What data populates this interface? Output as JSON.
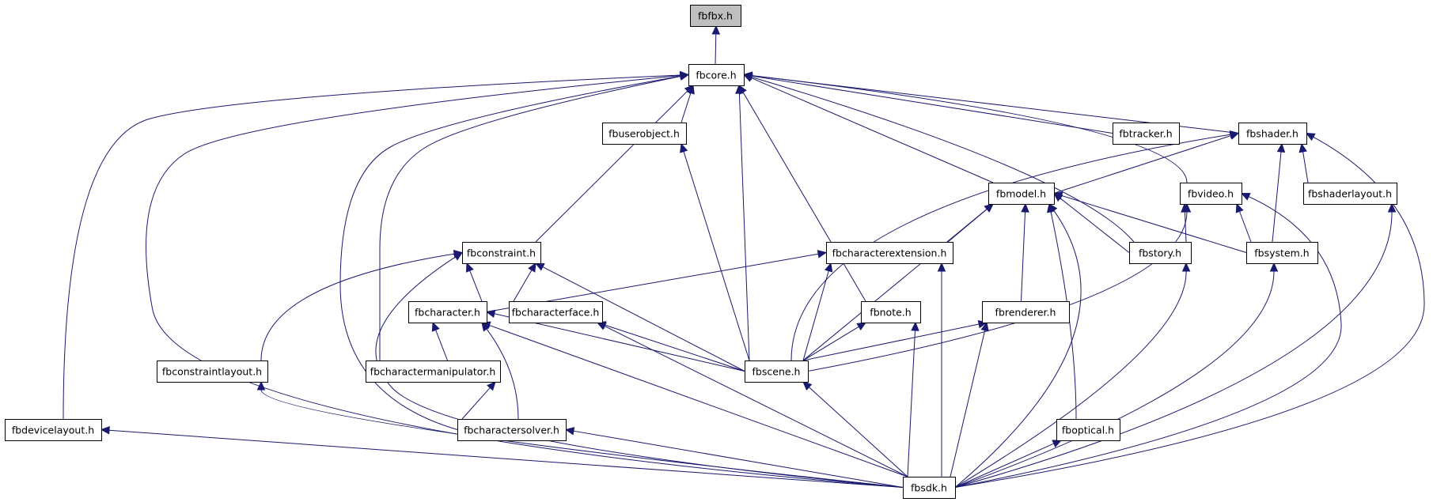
{
  "diagram": {
    "nodes": [
      {
        "id": "fbfbx",
        "label": "fbfbx.h",
        "highlighted": true
      },
      {
        "id": "fbcore",
        "label": "fbcore.h"
      },
      {
        "id": "fbuserobject",
        "label": "fbuserobject.h"
      },
      {
        "id": "fbtracker",
        "label": "fbtracker.h"
      },
      {
        "id": "fbshader",
        "label": "fbshader.h"
      },
      {
        "id": "fbmodel",
        "label": "fbmodel.h"
      },
      {
        "id": "fbvideo",
        "label": "fbvideo.h"
      },
      {
        "id": "fbshaderlayout",
        "label": "fbshaderlayout.h"
      },
      {
        "id": "fbconstraint",
        "label": "fbconstraint.h"
      },
      {
        "id": "fbcharacterextension",
        "label": "fbcharacterextension.h"
      },
      {
        "id": "fbstory",
        "label": "fbstory.h"
      },
      {
        "id": "fbsystem",
        "label": "fbsystem.h"
      },
      {
        "id": "fbcharacter",
        "label": "fbcharacter.h"
      },
      {
        "id": "fbcharacterface",
        "label": "fbcharacterface.h"
      },
      {
        "id": "fbnote",
        "label": "fbnote.h"
      },
      {
        "id": "fbrenderer",
        "label": "fbrenderer.h"
      },
      {
        "id": "fbconstraintlayout",
        "label": "fbconstraintlayout.h"
      },
      {
        "id": "fbcharactermanipulator",
        "label": "fbcharactermanipulator.h"
      },
      {
        "id": "fbscene",
        "label": "fbscene.h"
      },
      {
        "id": "fbdevicelayout",
        "label": "fbdevicelayout.h"
      },
      {
        "id": "fbcharactersolver",
        "label": "fbcharactersolver.h"
      },
      {
        "id": "fboptical",
        "label": "fboptical.h"
      },
      {
        "id": "fbsdk",
        "label": "fbsdk.h"
      }
    ],
    "edges": [
      {
        "from": "fbcore",
        "to": "fbfbx"
      },
      {
        "from": "fbuserobject",
        "to": "fbcore"
      },
      {
        "from": "fbtracker",
        "to": "fbcore"
      },
      {
        "from": "fbshader",
        "to": "fbcore"
      },
      {
        "from": "fbmodel",
        "to": "fbcore"
      },
      {
        "from": "fbvideo",
        "to": "fbcore"
      },
      {
        "from": "fbconstraint",
        "to": "fbcore"
      },
      {
        "from": "fbstory",
        "to": "fbcore"
      },
      {
        "from": "fbnote",
        "to": "fbcore"
      },
      {
        "from": "fbscene",
        "to": "fbcore"
      },
      {
        "from": "fbcharactermanipulator",
        "to": "fbcore"
      },
      {
        "from": "fbcharactersolver",
        "to": "fbcore"
      },
      {
        "from": "fbdevicelayout",
        "to": "fbcore"
      },
      {
        "from": "fbsdk",
        "to": "fbcore"
      },
      {
        "from": "fbmodel",
        "to": "fbshader"
      },
      {
        "from": "fbshaderlayout",
        "to": "fbshader"
      },
      {
        "from": "fbsystem",
        "to": "fbshader"
      },
      {
        "from": "fbscene",
        "to": "fbshader"
      },
      {
        "from": "fbsdk",
        "to": "fbshader"
      },
      {
        "from": "fbcharacterextension",
        "to": "fbmodel"
      },
      {
        "from": "fbstory",
        "to": "fbmodel"
      },
      {
        "from": "fbsystem",
        "to": "fbmodel"
      },
      {
        "from": "fbrenderer",
        "to": "fbmodel"
      },
      {
        "from": "fboptical",
        "to": "fbmodel"
      },
      {
        "from": "fbscene",
        "to": "fbmodel"
      },
      {
        "from": "fbsdk",
        "to": "fbmodel"
      },
      {
        "from": "fbstory",
        "to": "fbvideo"
      },
      {
        "from": "fbsystem",
        "to": "fbvideo"
      },
      {
        "from": "fbscene",
        "to": "fbvideo"
      },
      {
        "from": "fbsdk",
        "to": "fbvideo"
      },
      {
        "from": "fbscene",
        "to": "fbuserobject"
      },
      {
        "from": "fbsdk",
        "to": "fbshaderlayout"
      },
      {
        "from": "fbcharacter",
        "to": "fbconstraint"
      },
      {
        "from": "fbcharacterface",
        "to": "fbconstraint"
      },
      {
        "from": "fbscene",
        "to": "fbconstraint"
      },
      {
        "from": "fbconstraintlayout",
        "to": "fbconstraint"
      },
      {
        "from": "fbsdk",
        "to": "fbconstraint"
      },
      {
        "from": "fbcharacter",
        "to": "fbcharacterextension"
      },
      {
        "from": "fbscene",
        "to": "fbcharacterextension"
      },
      {
        "from": "fbsdk",
        "to": "fbcharacterextension"
      },
      {
        "from": "fbsdk",
        "to": "fbstory"
      },
      {
        "from": "fbsdk",
        "to": "fbsystem"
      },
      {
        "from": "fbcharactermanipulator",
        "to": "fbcharacter"
      },
      {
        "from": "fbcharactersolver",
        "to": "fbcharacter"
      },
      {
        "from": "fbscene",
        "to": "fbcharacter"
      },
      {
        "from": "fbsdk",
        "to": "fbcharacter"
      },
      {
        "from": "fbscene",
        "to": "fbcharacterface"
      },
      {
        "from": "fbsdk",
        "to": "fbcharacterface"
      },
      {
        "from": "fbscene",
        "to": "fbnote"
      },
      {
        "from": "fbsdk",
        "to": "fbnote"
      },
      {
        "from": "fbscene",
        "to": "fbrenderer"
      },
      {
        "from": "fbsdk",
        "to": "fbrenderer"
      },
      {
        "from": "fbsdk",
        "to": "fbconstraintlayout"
      },
      {
        "from": "fbcharactersolver",
        "to": "fbcharactermanipulator"
      },
      {
        "from": "fbsdk",
        "to": "fbscene"
      },
      {
        "from": "fbsdk",
        "to": "fbdevicelayout"
      },
      {
        "from": "fbsdk",
        "to": "fbcharactersolver"
      },
      {
        "from": "fbsdk",
        "to": "fboptical"
      }
    ],
    "colors": {
      "edge": "#191970",
      "node_border": "#000000",
      "highlight_fill": "#bfbfbf",
      "background": "#ffffff"
    }
  }
}
